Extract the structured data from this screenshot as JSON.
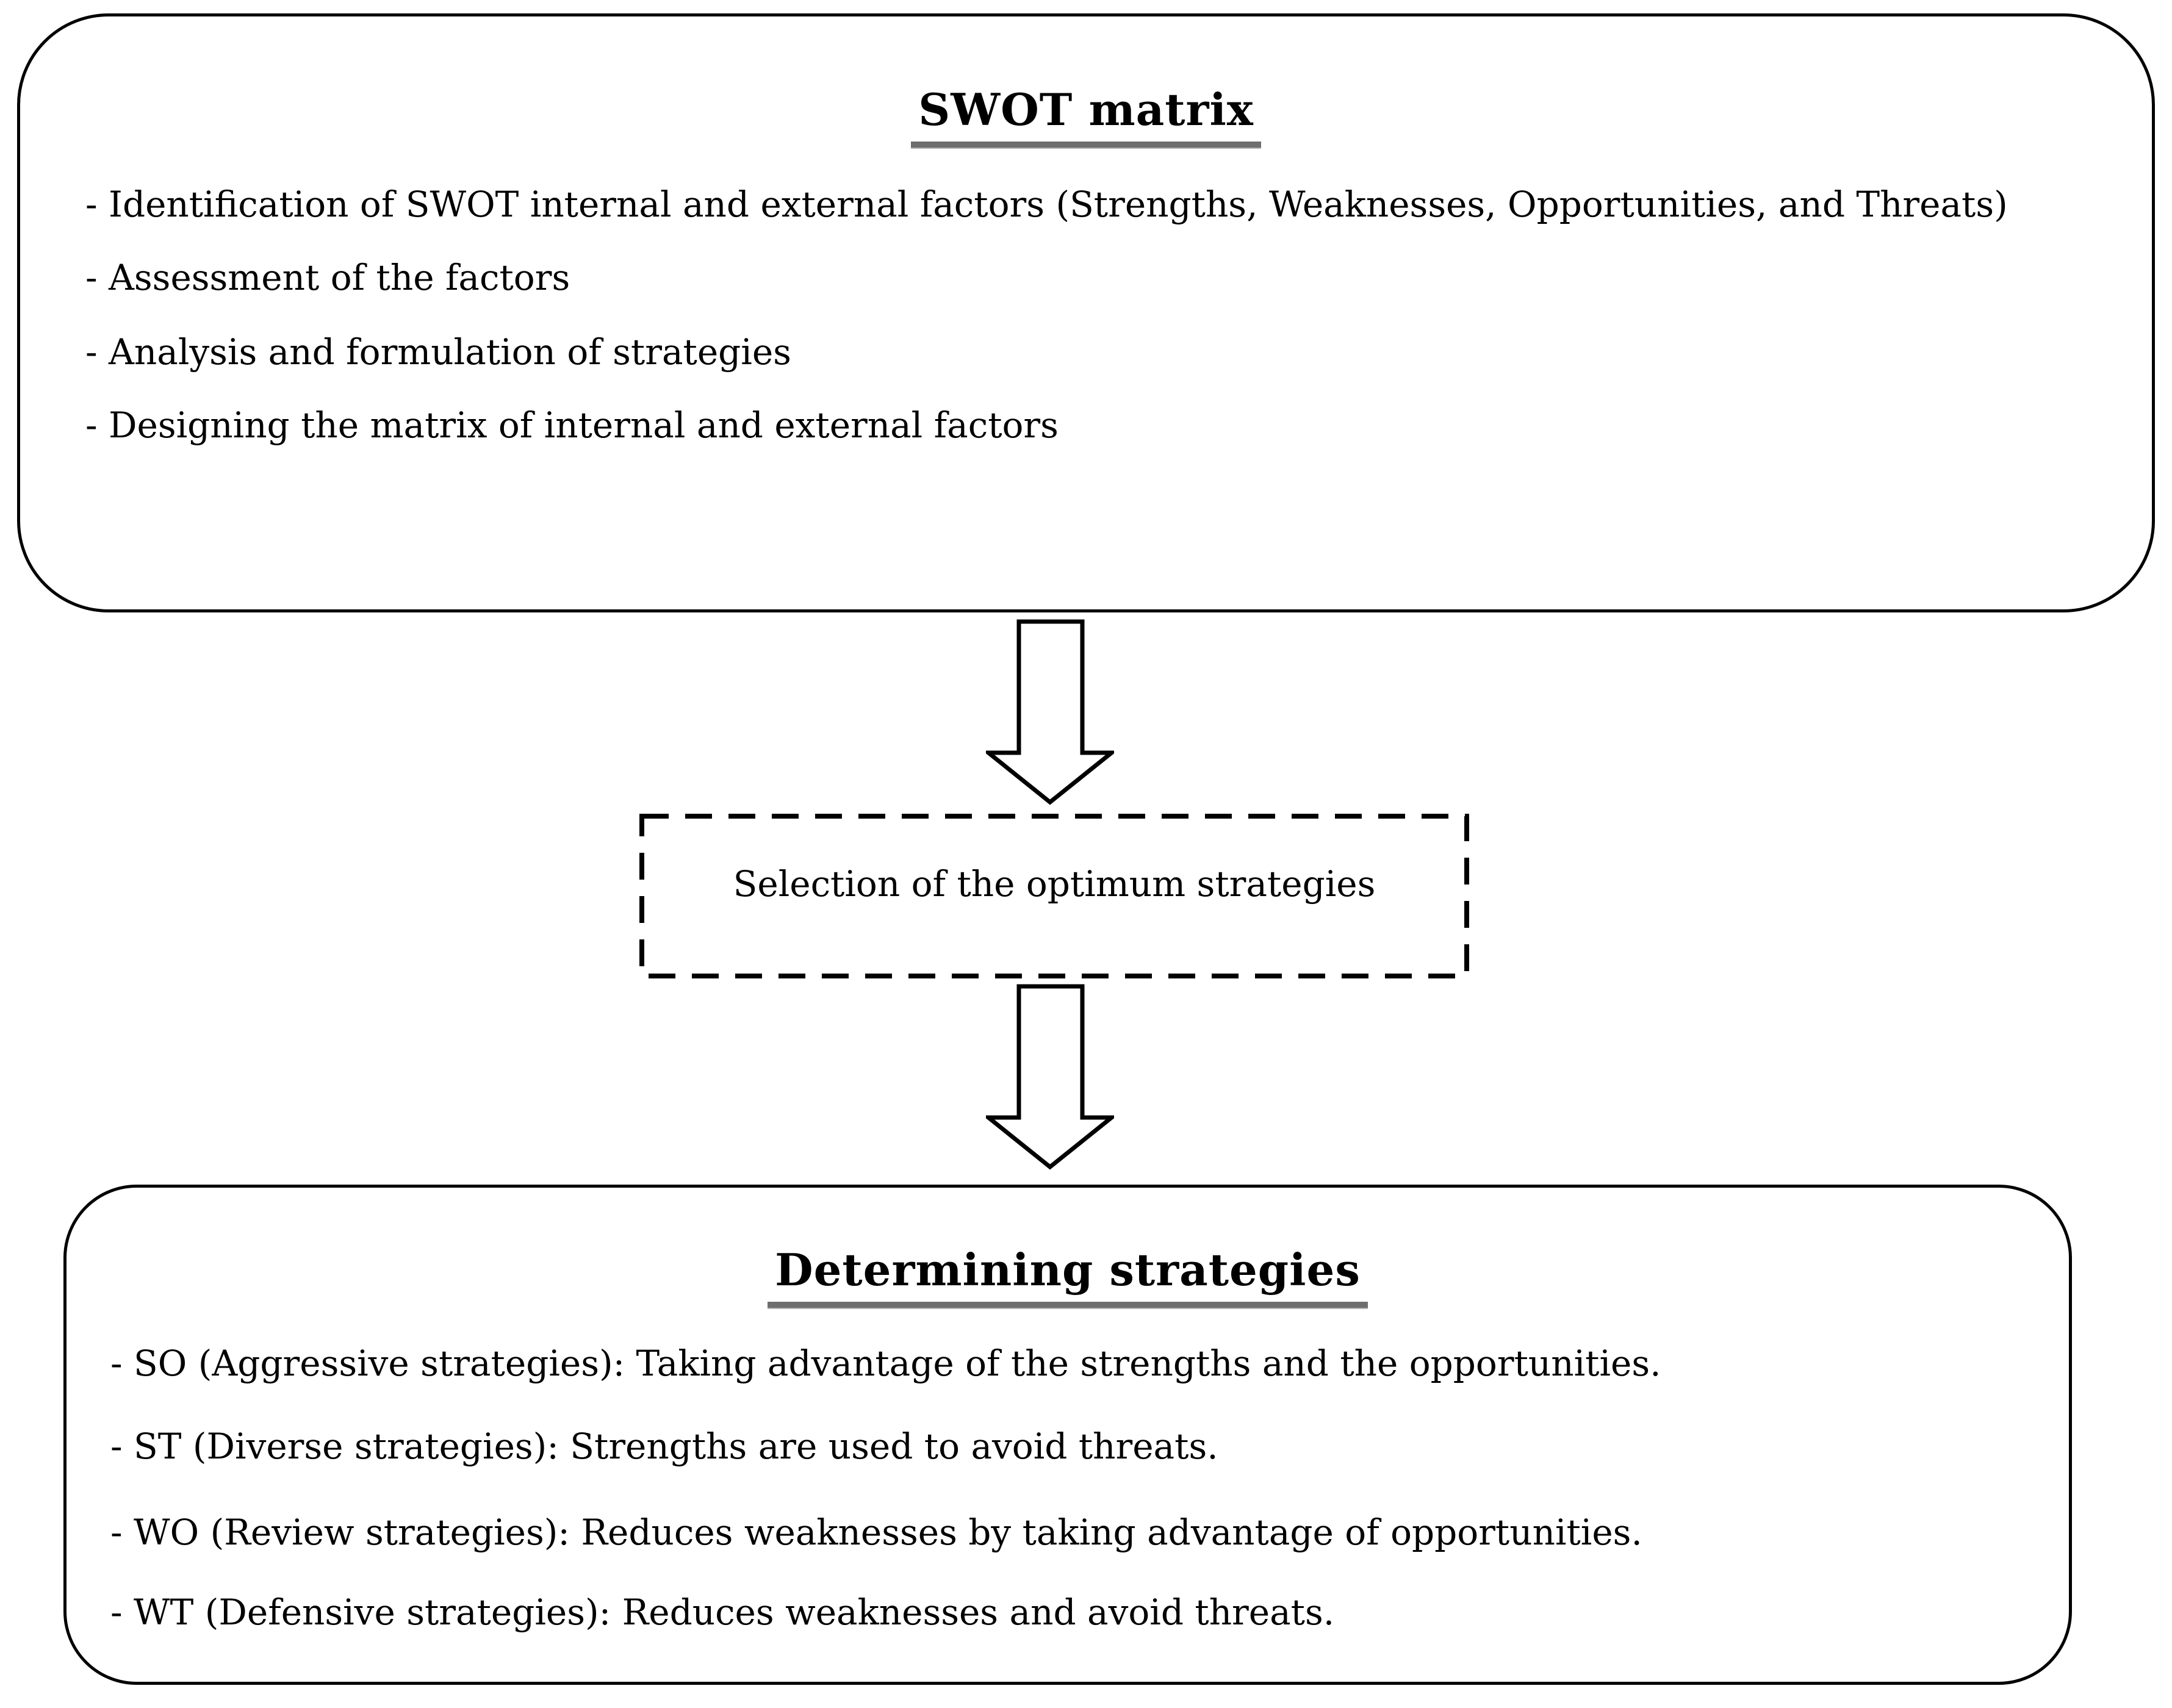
{
  "top_box": {
    "title": "SWOT matrix",
    "items": [
      "- Identification of SWOT internal and external factors (Strengths, Weaknesses, Opportunities, and Threats)",
      "- Assessment of the factors",
      "- Analysis and formulation of strategies",
      "- Designing the matrix of internal and external factors"
    ]
  },
  "middle_box": {
    "label": "Selection of the optimum strategies"
  },
  "bottom_box": {
    "title": "Determining strategies",
    "items": [
      "- SO (Aggressive strategies): Taking advantage of the strengths and the opportunities.",
      "- ST (Diverse strategies): Strengths are used to avoid threats.",
      "- WO (Review strategies): Reduces weaknesses by taking advantage of opportunities.",
      "- WT (Defensive strategies): Reduces weaknesses and avoid threats."
    ]
  },
  "icons": {
    "arrow_1": "down-arrow",
    "arrow_2": "down-arrow"
  },
  "colors": {
    "ink": "#000000",
    "background": "#ffffff",
    "title_underline": "#6e6e6e"
  }
}
